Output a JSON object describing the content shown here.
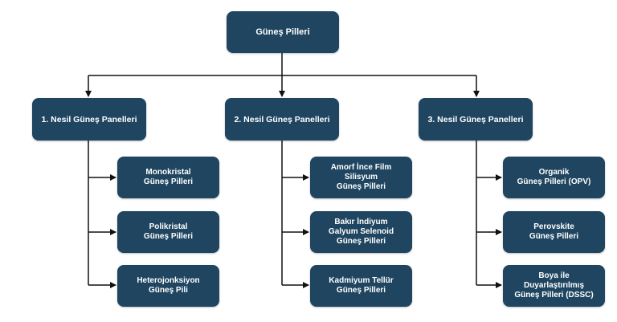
{
  "diagram": {
    "root": {
      "label": "Güneş Pilleri"
    },
    "generations": [
      {
        "label": "1. Nesil Güneş Panelleri",
        "children": [
          {
            "label": "Monokristal\nGüneş Pilleri"
          },
          {
            "label": "Polikristal\nGüneş Pilleri"
          },
          {
            "label": "Heterojonksiyon\nGüneş Pili"
          }
        ]
      },
      {
        "label": "2. Nesil Güneş Panelleri",
        "children": [
          {
            "label": "Amorf İnce Film\nSilisyum\nGüneş Pilleri"
          },
          {
            "label": "Bakır İndiyum\nGalyum Selenoid\nGüneş Pilleri"
          },
          {
            "label": "Kadmiyum Tellür\nGüneş Pilleri"
          }
        ]
      },
      {
        "label": "3. Nesil Güneş Panelleri",
        "children": [
          {
            "label": "Organik\nGüneş Pilleri (OPV)"
          },
          {
            "label": "Perovskite\nGüneş Pilleri"
          },
          {
            "label": "Boya ile\nDuyarlaştırılmış\nGüneş Pilleri (DSSC)"
          }
        ]
      }
    ]
  },
  "colors": {
    "node": "#1f4560",
    "text": "#ffffff",
    "line": "#111111"
  }
}
